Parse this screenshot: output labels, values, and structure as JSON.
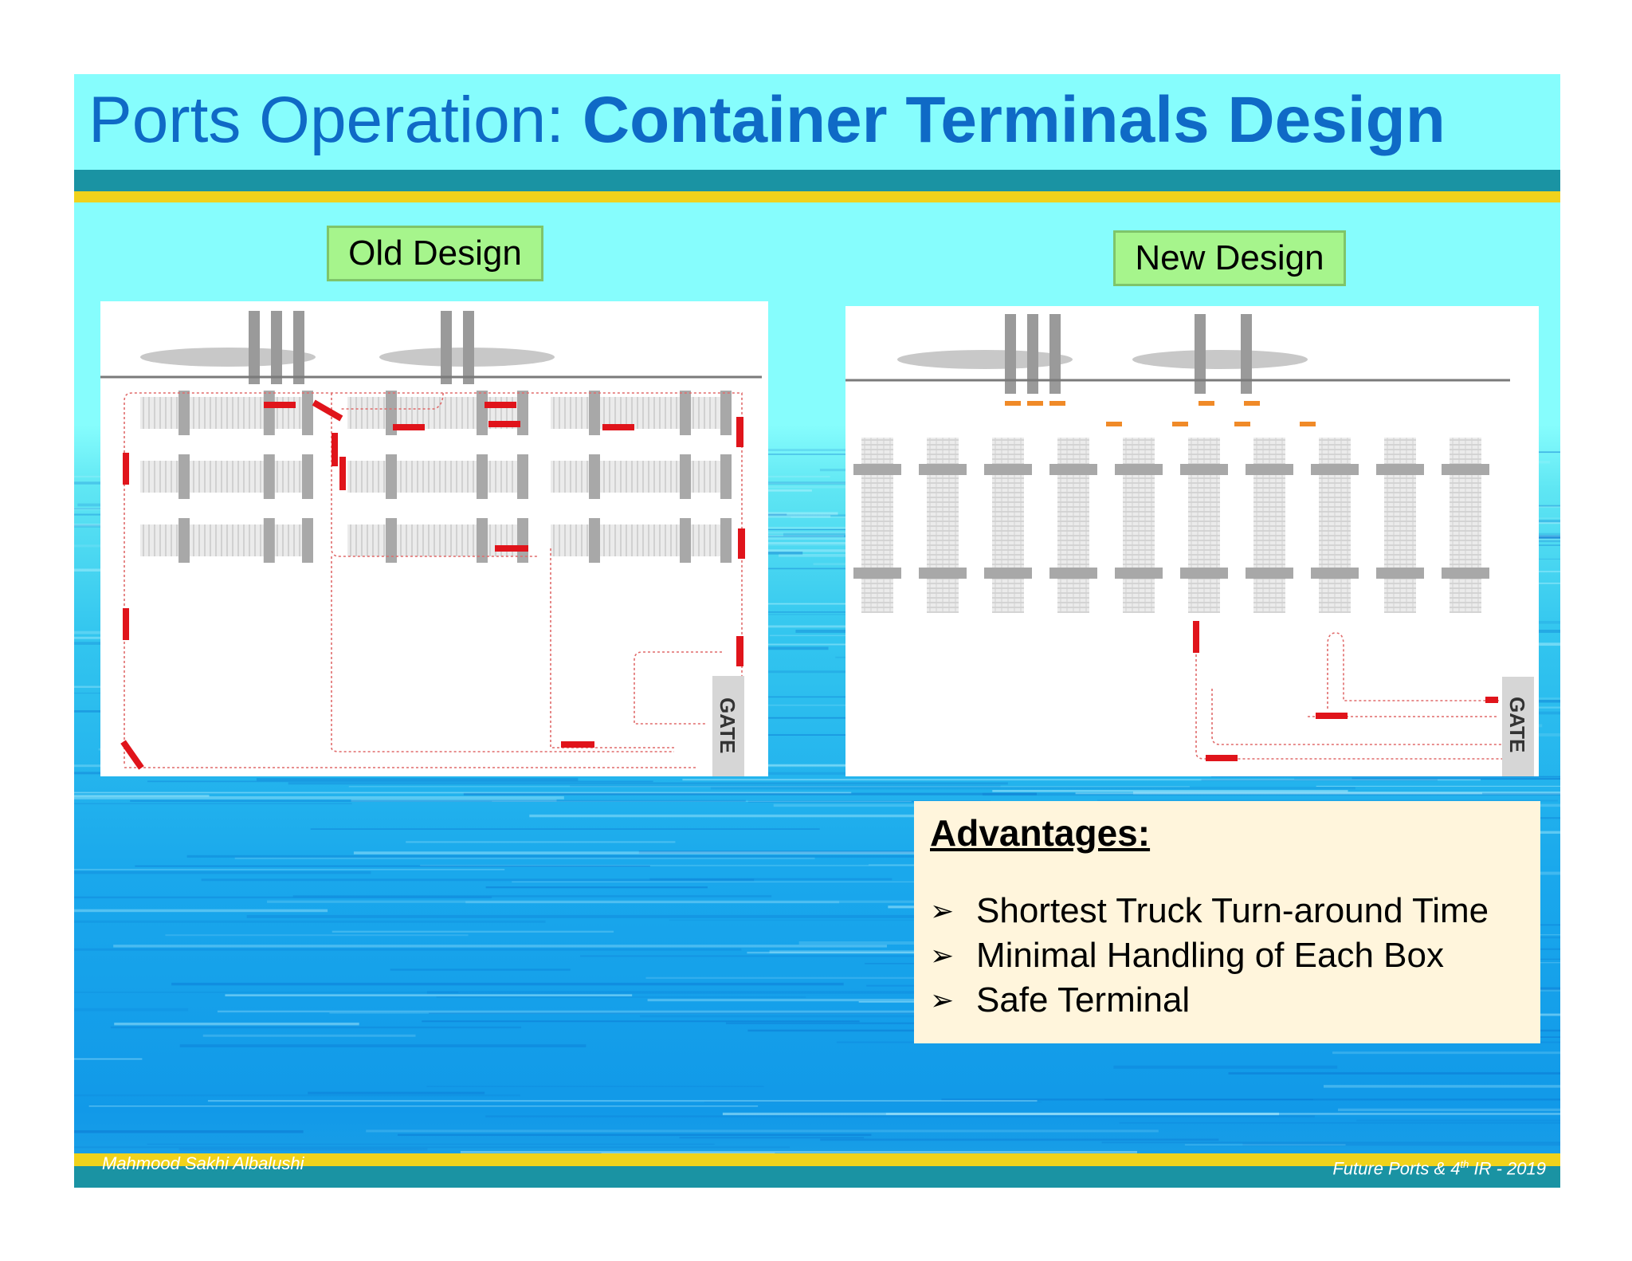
{
  "title": {
    "prefix": "Ports Operation: ",
    "main": "Container Terminals Design"
  },
  "labels": {
    "old_design": "Old Design",
    "new_design": "New Design"
  },
  "old_diagram": {
    "gate": "GATE"
  },
  "new_diagram": {
    "gate": "GATE"
  },
  "advantages": {
    "heading": "Advantages:",
    "items": [
      "Shortest Truck Turn-around Time",
      "Minimal Handling of Each Box",
      "Safe Terminal"
    ]
  },
  "footer": {
    "author": "Mahmood Sakhi Albalushi",
    "event_prefix": "Future Ports & 4",
    "event_sup": "th",
    "event_suffix": " IR - 2019"
  },
  "colors": {
    "title_blue": "#0f6ac6",
    "cyan": "#86fdfd",
    "teal": "#1a93a3",
    "yellow": "#f0d21c",
    "label_green": "#a6f58c",
    "truck_red": "#e0141b",
    "truck_orange": "#f08a28",
    "box_cream": "#fff5dc"
  },
  "icons": {
    "bullet": "arrow-bullet-icon"
  }
}
